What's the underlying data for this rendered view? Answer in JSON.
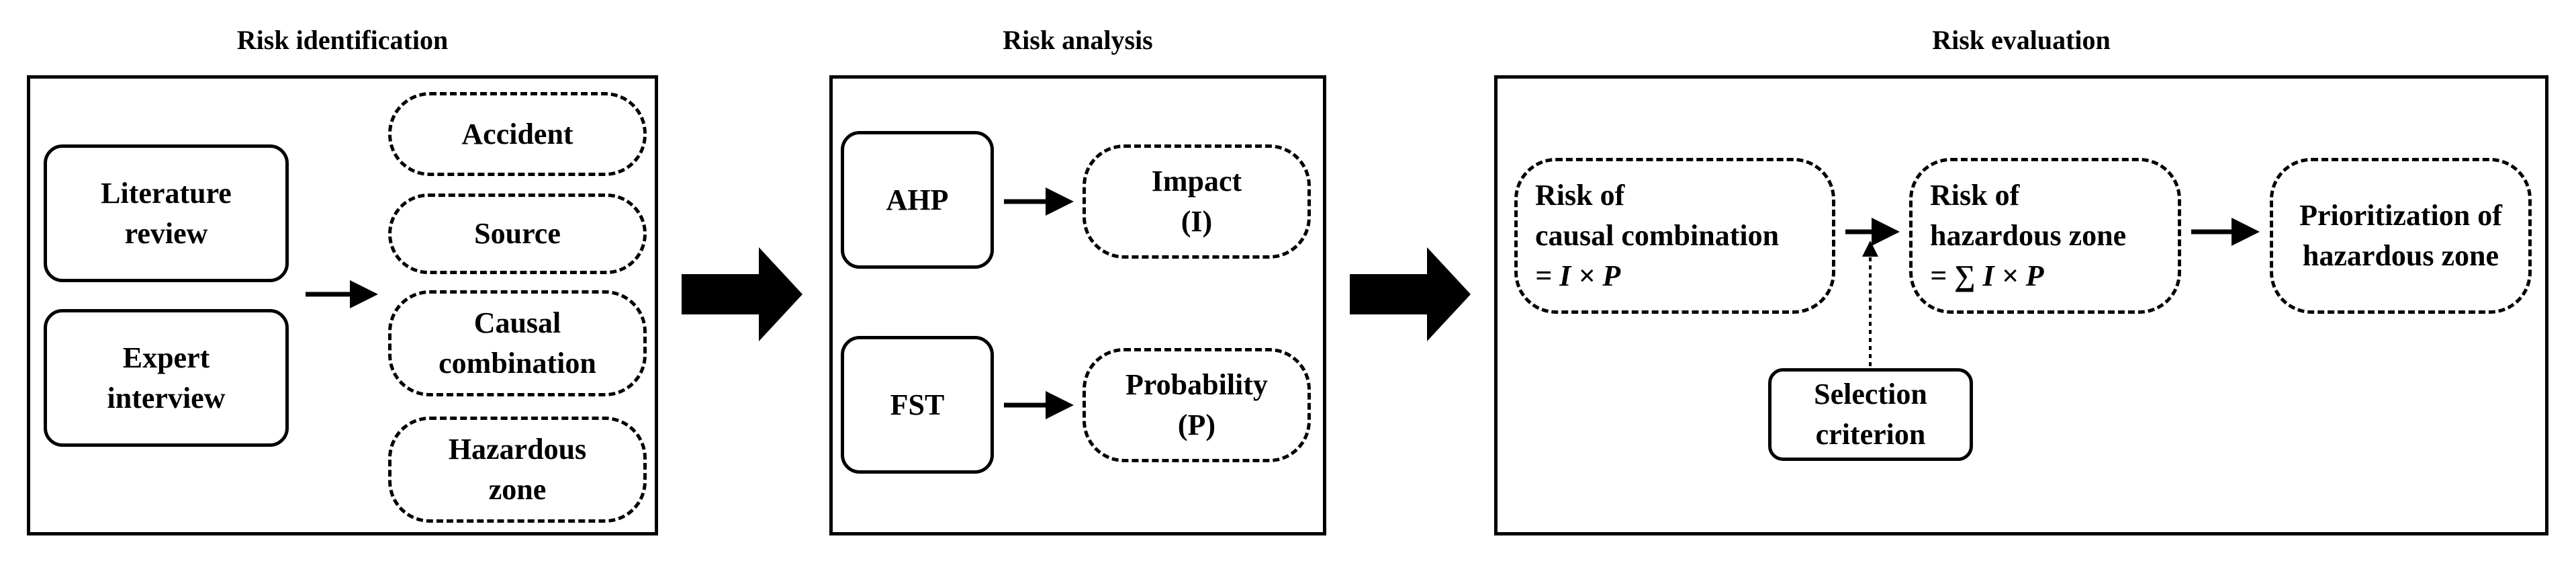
{
  "sections": {
    "identification": {
      "title": "Risk identification",
      "methods": [
        {
          "lines": [
            "Literature",
            "review"
          ]
        },
        {
          "lines": [
            "Expert",
            "interview"
          ]
        }
      ],
      "outputs": [
        {
          "lines": [
            "Accident"
          ]
        },
        {
          "lines": [
            "Source"
          ]
        },
        {
          "lines": [
            "Causal",
            "combination"
          ]
        },
        {
          "lines": [
            "Hazardous",
            "zone"
          ]
        }
      ]
    },
    "analysis": {
      "title": "Risk analysis",
      "methods": [
        {
          "lines": [
            "AHP"
          ]
        },
        {
          "lines": [
            "FST"
          ]
        }
      ],
      "outputs": [
        {
          "lines": [
            "Impact",
            "(I)"
          ]
        },
        {
          "lines": [
            "Probability",
            "(P)"
          ]
        }
      ]
    },
    "evaluation": {
      "title": "Risk evaluation",
      "causal": {
        "lines": [
          "Risk of",
          "causal combination"
        ],
        "formula": "= I × P"
      },
      "hazard": {
        "lines": [
          "Risk of",
          "hazardous zone"
        ],
        "formula": "= ∑ I × P"
      },
      "priority": {
        "lines": [
          "Prioritization of",
          "hazardous zone"
        ]
      },
      "criterion": {
        "lines": [
          "Selection",
          "criterion"
        ]
      }
    }
  }
}
